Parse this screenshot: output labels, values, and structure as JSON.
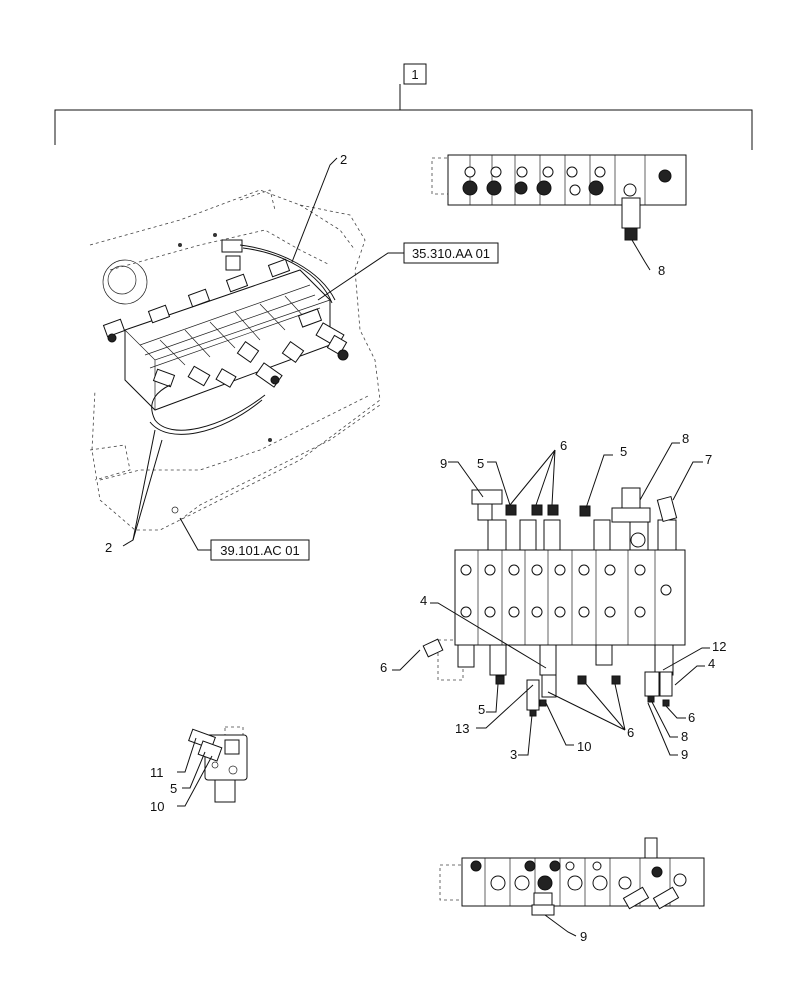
{
  "main_item": "1",
  "refs": {
    "a": "35.310.AA 01",
    "b": "39.101.AC 01"
  },
  "callouts": {
    "c2_top": "2",
    "c2_bot": "2",
    "c8_top": "8",
    "c9_l": "9",
    "c5_l": "5",
    "c6_top": "6",
    "c5_r": "5",
    "c8_r": "8",
    "c7": "7",
    "c4_l": "4",
    "c6_left": "6",
    "c12": "12",
    "c4_r": "4",
    "c5_b": "5",
    "c13": "13",
    "c3": "3",
    "c10_b": "10",
    "c6_b": "6",
    "c6_rr": "6",
    "c8_rr": "8",
    "c9_rr": "9",
    "c11": "11",
    "c5_s": "5",
    "c10_s": "10",
    "c9_bot": "9"
  }
}
